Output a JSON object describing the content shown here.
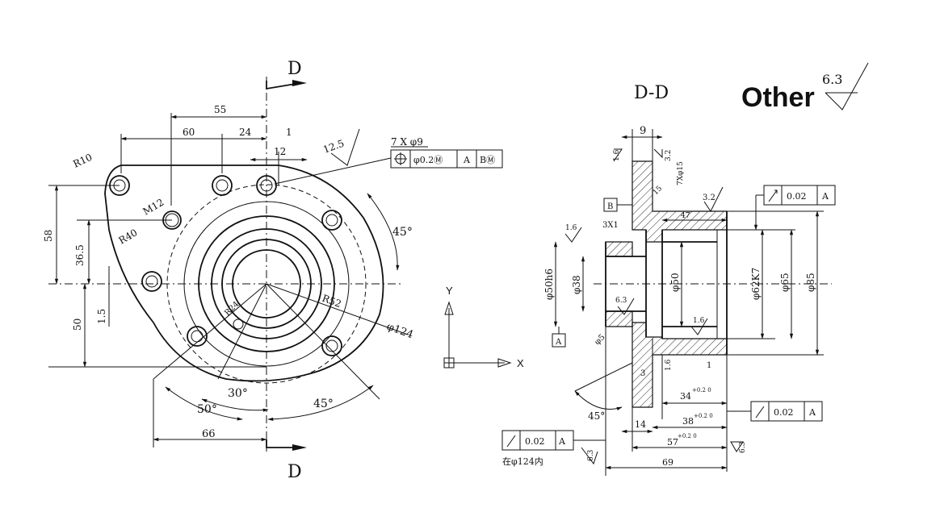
{
  "left_view": {
    "section_label_top": "D",
    "section_label_bottom": "D",
    "dim_55": "55",
    "dim_60": "60",
    "dim_24": "24",
    "dim_1": "1",
    "dim_12": "12",
    "dim_r10": "R10",
    "dim_m12": "M12",
    "dim_r40": "R40",
    "dim_58": "58",
    "dim_36_5": "36.5",
    "dim_1_5": "1.5",
    "dim_50": "50",
    "dim_r52": "R52",
    "dim_phi124": "φ124",
    "dim_45_top": "45°",
    "dim_30": "30°",
    "dim_50deg": "50°",
    "dim_45_bottom": "45°",
    "dim_66": "66",
    "dim_r24": "R24",
    "roughness_12_5": "12.5",
    "hole_note": "7 X φ9",
    "fcf_tol": "φ0.2Ⓜ",
    "fcf_datum_a": "A",
    "fcf_datum_b": "BⓂ"
  },
  "axes_icon": {
    "y": "Y",
    "x": "X"
  },
  "section_view": {
    "title": "D-D",
    "other_label": "Other",
    "general_roughness": "6.3",
    "dim_9": "9",
    "rough_1_6": "1.6",
    "rough_3_2a": "3.2",
    "rough_3_2b": "3.2",
    "dim_3x1": "3X1",
    "dim_47": "47",
    "rough_1_6b": "1.6",
    "datum_b": "B",
    "datum_a": "A",
    "runout_tol_top": "0.02",
    "runout_datum_top": "A",
    "runout_tol_mid": "0.02",
    "runout_datum_mid": "A",
    "runout_tol_bot": "0.02",
    "runout_datum_bot": "A",
    "dim_phi50h6": "φ50h6",
    "dim_phi38": "φ38",
    "dim_phi50": "φ50",
    "dim_phi62k7": "φ62K7",
    "dim_phi65": "φ65",
    "dim_phi85": "φ85",
    "rough_6_3": "6.3",
    "rough_1_6c": "1.6",
    "rough_1_6d": "1.6",
    "dim_3": "3",
    "dim_1b": "1",
    "dim_34": "34",
    "dim_34_tol": "+0.2 0",
    "dim_38": "38",
    "dim_38_tol": "+0.2 0",
    "dim_57": "57",
    "dim_57_tol": "+0.2 0",
    "dim_14": "14",
    "dim_69": "69",
    "dim_45deg": "45°",
    "dim_phi5": "φ5",
    "rough_6_3b": "6.3",
    "rough_6_3c": "6.3",
    "note_cn": "在φ124内",
    "thread_note": "7Xφ15",
    "dim_15": "15"
  }
}
